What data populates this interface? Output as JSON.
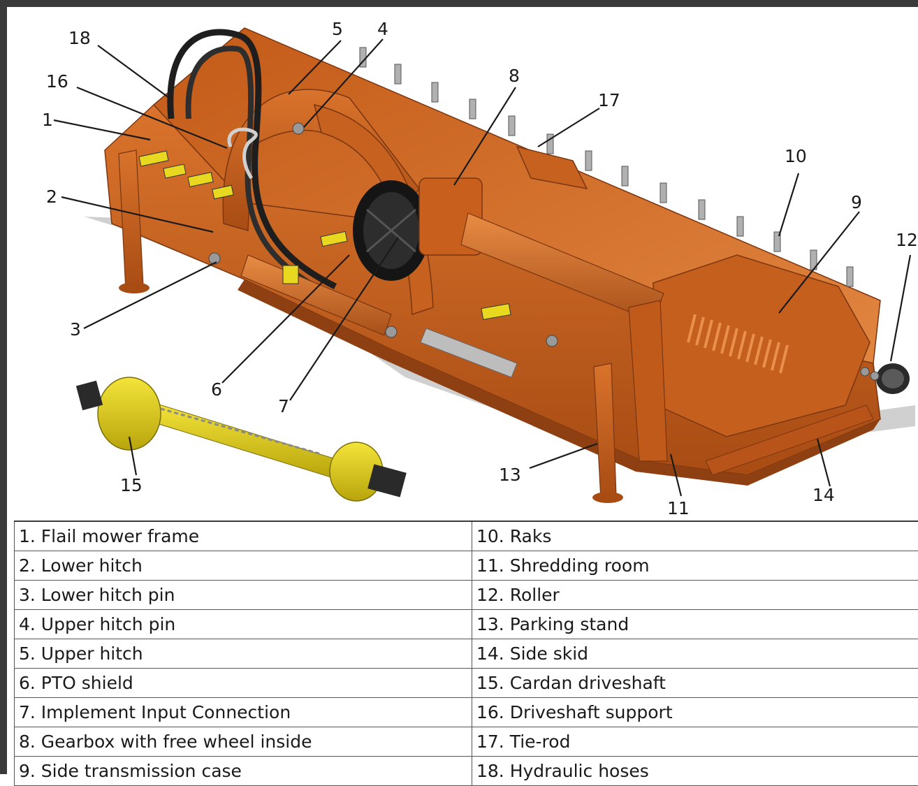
{
  "callouts": [
    "1",
    "2",
    "3",
    "4",
    "5",
    "6",
    "7",
    "8",
    "9",
    "10",
    "11",
    "12",
    "13",
    "14",
    "15",
    "16",
    "17",
    "18"
  ],
  "legend": {
    "left": [
      "1. Flail mower frame",
      "2. Lower hitch",
      "3. Lower hitch pin",
      "4. Upper hitch pin",
      "5. Upper hitch",
      "6. PTO shield",
      "7. Implement Input Connection",
      "8. Gearbox with free wheel inside",
      "9. Side transmission case"
    ],
    "right": [
      "10. Raks",
      "11. Shredding room",
      "12. Roller",
      "13. Parking stand",
      "14. Side skid",
      "15. Cardan driveshaft",
      "16. Driveshaft support",
      "17. Tie-rod",
      "18. Hydraulic hoses"
    ]
  },
  "colors": {
    "machine_orange": "#c8601c",
    "machine_dark": "#8a3d10",
    "driveshaft_yellow": "#e3d21a",
    "hose_black": "#1e1e1e",
    "shadow_gray": "#b5b5b5",
    "frame_border": "#3a3a3a"
  }
}
